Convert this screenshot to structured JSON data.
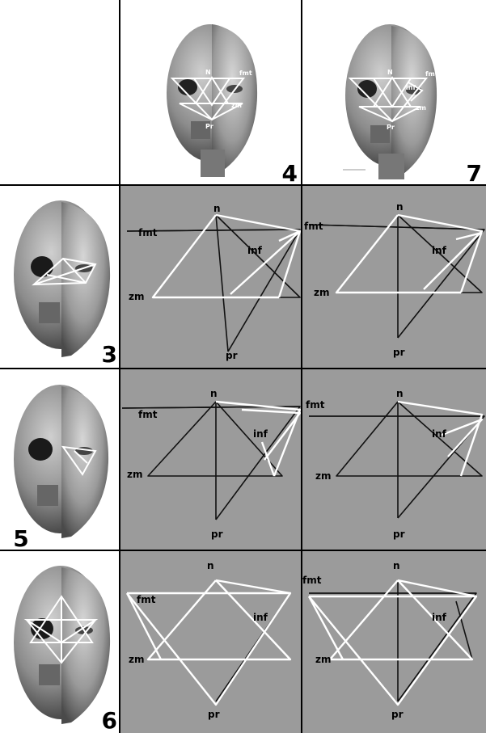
{
  "colors": {
    "panel_gray": "#9b9b9b",
    "grid_line": "#000000",
    "line_dark": "#111111",
    "line_light": "#ffffff"
  },
  "top_row": [
    {
      "number": "4",
      "labels": {
        "n": "N",
        "fmt": "fmt",
        "zm": "zm",
        "pr": "Pr"
      }
    },
    {
      "number": "7",
      "labels": {
        "n": "N",
        "fmt": "fmt",
        "inf": "inf",
        "zm": "zm",
        "pr": "Pr"
      }
    }
  ],
  "rows": [
    {
      "number": "3",
      "diagrams": [
        {
          "labels": {
            "n": "n",
            "fmt": "fmt",
            "inf": "inf",
            "zm": "zm",
            "pr": "pr"
          }
        },
        {
          "labels": {
            "n": "n",
            "fmt": "fmt",
            "inf": "inf",
            "zm": "zm",
            "pr": "pr"
          }
        }
      ]
    },
    {
      "number": "5",
      "diagrams": [
        {
          "labels": {
            "n": "n",
            "fmt": "fmt",
            "inf": "inf",
            "zm": "zm",
            "pr": "pr"
          }
        },
        {
          "labels": {
            "n": "n",
            "fmt": "fmt",
            "inf": "inf",
            "zm": "zm",
            "pr": "pr"
          }
        }
      ]
    },
    {
      "number": "6",
      "diagrams": [
        {
          "labels": {
            "n": "n",
            "fmt": "fmt",
            "inf": "inf",
            "zm": "zm",
            "pr": "pr"
          }
        },
        {
          "labels": {
            "n": "n",
            "fmt": "fmt",
            "inf": "inf",
            "zm": "zm",
            "pr": "pr"
          }
        }
      ]
    }
  ]
}
